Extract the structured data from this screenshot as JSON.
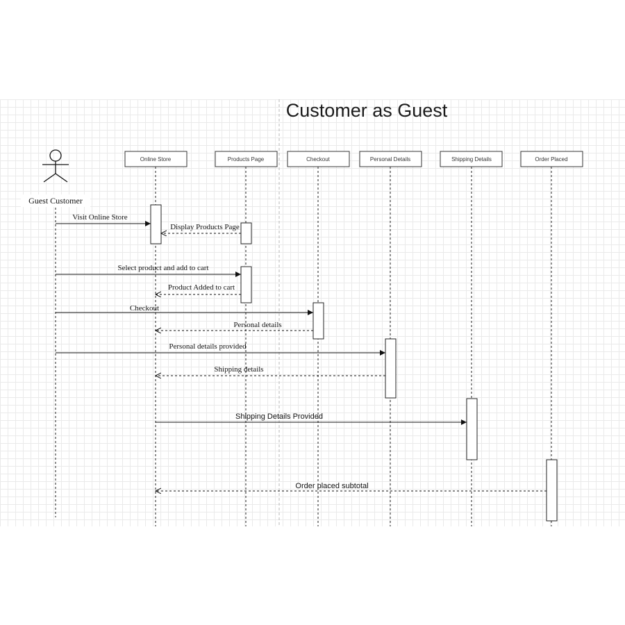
{
  "title": "Customer as Guest",
  "actor": {
    "label": "Guest Customer"
  },
  "lifelines": [
    {
      "id": "online_store",
      "label": "Online Store"
    },
    {
      "id": "products_page",
      "label": "Products Page"
    },
    {
      "id": "checkout",
      "label": "Checkout"
    },
    {
      "id": "personal_details",
      "label": "Personal Details"
    },
    {
      "id": "shipping_details",
      "label": "Shipping Details"
    },
    {
      "id": "order_placed",
      "label": "Order Placed"
    }
  ],
  "messages": [
    {
      "from": "actor",
      "to": "online_store",
      "label": "Visit Online Store",
      "style": "sync"
    },
    {
      "from": "products_page",
      "to": "online_store",
      "label": "Display Products Page",
      "style": "return"
    },
    {
      "from": "actor",
      "to": "products_page",
      "label": "Select product and add to cart",
      "style": "sync"
    },
    {
      "from": "products_page",
      "to": "online_store",
      "label": "Product Added to cart",
      "style": "return"
    },
    {
      "from": "actor",
      "to": "checkout",
      "label": "Checkout",
      "style": "sync"
    },
    {
      "from": "checkout",
      "to": "online_store",
      "label": "Personal details",
      "style": "return"
    },
    {
      "from": "actor",
      "to": "personal_details",
      "label": "Personal details provided",
      "style": "sync"
    },
    {
      "from": "personal_details",
      "to": "online_store",
      "label": "Shipping details",
      "style": "return"
    },
    {
      "from": "online_store",
      "to": "shipping_details",
      "label": "Shipping Details Provided",
      "style": "sync"
    },
    {
      "from": "order_placed",
      "to": "online_store",
      "label": "Order placed subtotal",
      "style": "return"
    }
  ]
}
